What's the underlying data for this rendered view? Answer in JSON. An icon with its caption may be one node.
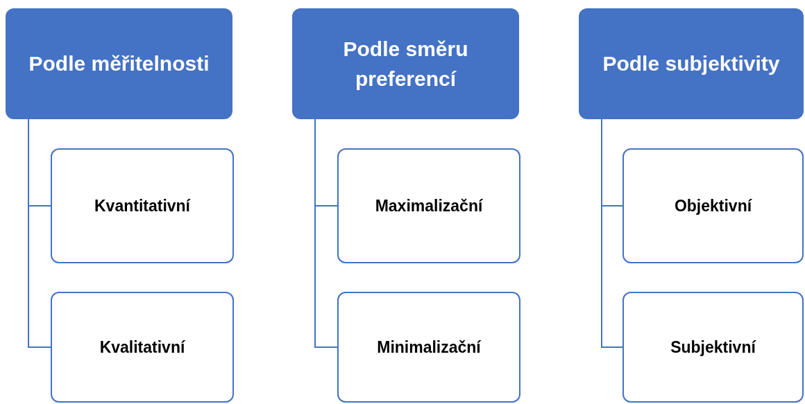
{
  "diagram": {
    "nodes": [
      {
        "text": [
          "Podle měřitelnosti"
        ]
      },
      {
        "text": [
          "Kvantitativní"
        ]
      },
      {
        "text": [
          "Kvalitativní"
        ]
      },
      {
        "text": [
          "Podle směru preferencí"
        ]
      },
      {
        "text": [
          "Maximalizační"
        ]
      },
      {
        "text": [
          "Minimalizační"
        ]
      },
      {
        "text": [
          "Podle subjektivity"
        ]
      },
      {
        "text": [
          "Objektivní"
        ]
      },
      {
        "text": [
          "Subjektivní"
        ]
      }
    ],
    "edges": [
      {
        "from": 0,
        "to": 1,
        "arrow": "none"
      },
      {
        "from": 0,
        "to": 2,
        "arrow": "none"
      },
      {
        "from": 3,
        "to": 4,
        "arrow": "none"
      },
      {
        "from": 3,
        "to": 5,
        "arrow": "none"
      },
      {
        "from": 6,
        "to": 7,
        "arrow": "none"
      },
      {
        "from": 6,
        "to": 8,
        "arrow": "none"
      }
    ]
  }
}
